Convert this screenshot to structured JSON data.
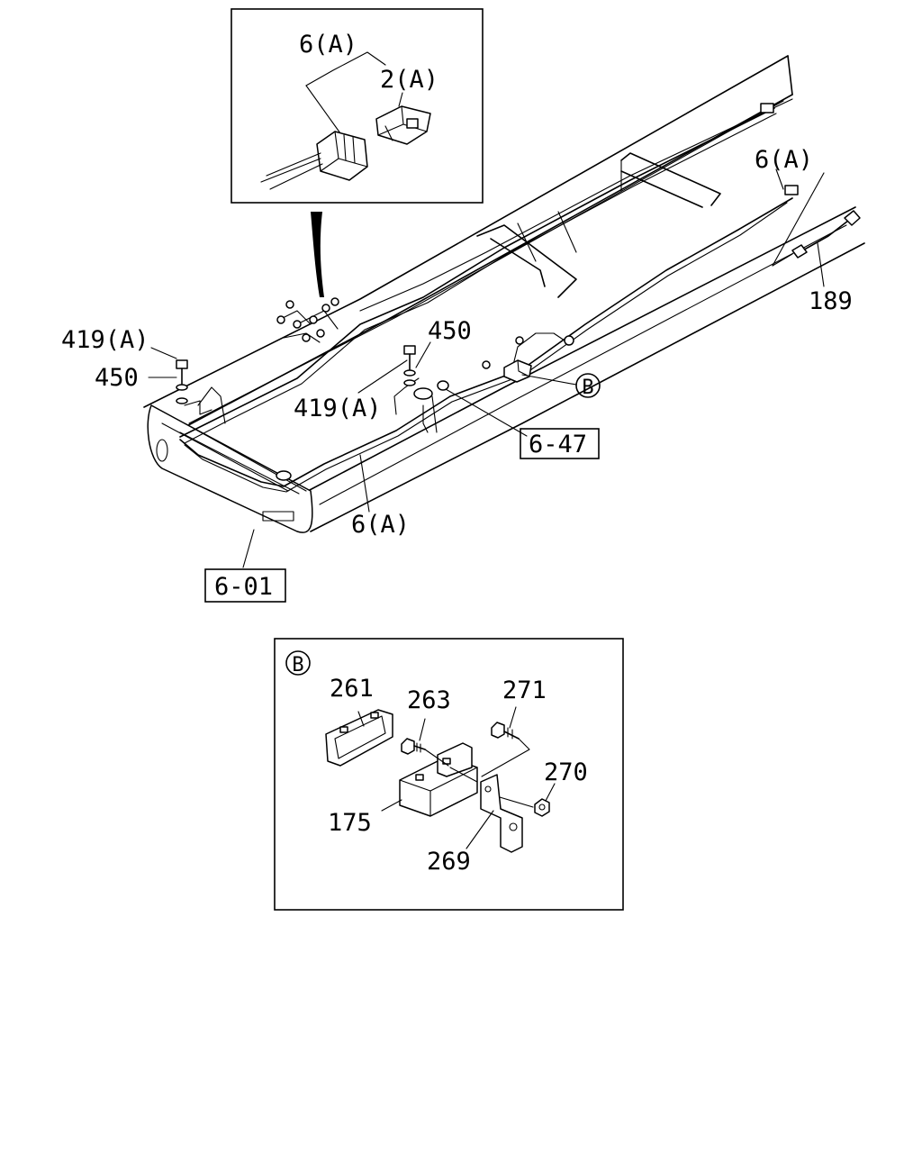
{
  "labels": {
    "inset_top_6a": "6(A)",
    "inset_top_2a": "2(A)",
    "right_6a": "6(A)",
    "right_189": "189",
    "left_419a": "419(A)",
    "left_450": "450",
    "mid_450": "450",
    "mid_419a": "419(A)",
    "ref_6_47": "6-47",
    "callout_b": "B",
    "bottom_6a": "6(A)",
    "ref_6_01": "6-01"
  },
  "detail_b": {
    "marker": "B",
    "p261": "261",
    "p263": "263",
    "p271": "271",
    "p270": "270",
    "p175": "175",
    "p269": "269"
  }
}
